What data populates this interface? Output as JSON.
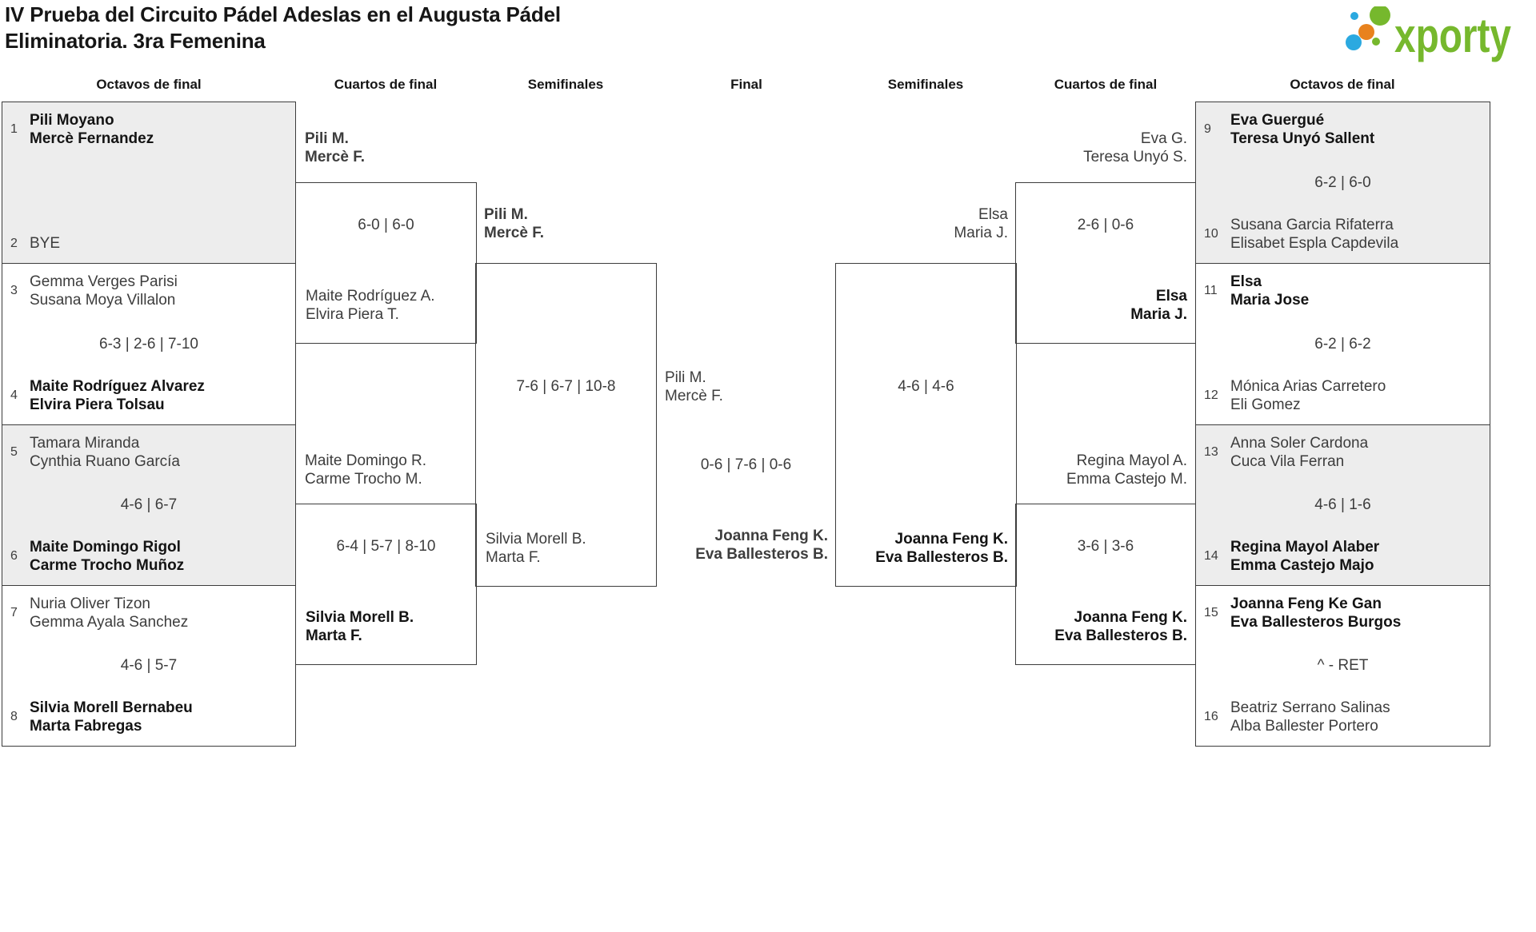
{
  "title": {
    "line1": "IV Prueba del Circuito Pádel Adeslas en el Augusta Pádel",
    "line2": "Eliminatoria. 3ra Femenina"
  },
  "logo": {
    "wordmark": "xporty"
  },
  "colors": {
    "logo_green": "#76b82d",
    "logo_blue": "#2ba9e0",
    "logo_orange": "#e8821d",
    "shaded_box": "#ededed",
    "border": "#3c3c3c"
  },
  "round_headers": {
    "r16_left": "Octavos de final",
    "qf_left": "Cuartos de final",
    "sf_left": "Semifinales",
    "final": "Final",
    "sf_right": "Semifinales",
    "qf_right": "Cuartos de final",
    "r16_right": "Octavos de final"
  },
  "r16_left": [
    {
      "seed_top": "1",
      "team_top": "Pili Moyano\nMercè Fernandez",
      "top_winner": true,
      "score": "",
      "seed_bottom": "2",
      "team_bottom": "BYE",
      "bottom_winner": false
    },
    {
      "seed_top": "3",
      "team_top": "Gemma Verges Parisi\nSusana Moya Villalon",
      "top_winner": false,
      "score": "6-3 | 2-6 | 7-10",
      "seed_bottom": "4",
      "team_bottom": "Maite Rodríguez Alvarez\nElvira Piera Tolsau",
      "bottom_winner": true
    },
    {
      "seed_top": "5",
      "team_top": "Tamara Miranda\nCynthia Ruano García",
      "top_winner": false,
      "score": "4-6 | 6-7",
      "seed_bottom": "6",
      "team_bottom": "Maite Domingo Rigol\nCarme Trocho Muñoz",
      "bottom_winner": true
    },
    {
      "seed_top": "7",
      "team_top": "Nuria Oliver Tizon\nGemma Ayala Sanchez",
      "top_winner": false,
      "score": "4-6 | 5-7",
      "seed_bottom": "8",
      "team_bottom": "Silvia Morell Bernabeu\nMarta Fabregas",
      "bottom_winner": true
    }
  ],
  "r16_right": [
    {
      "seed_top": "9",
      "team_top": "Eva Guergué\nTeresa Unyó Sallent",
      "top_winner": true,
      "score": "6-2 | 6-0",
      "seed_bottom": "10",
      "team_bottom": "Susana Garcia Rifaterra\nElisabet Espla Capdevila",
      "bottom_winner": false
    },
    {
      "seed_top": "11",
      "team_top": "Elsa\nMaria Jose",
      "top_winner": true,
      "score": "6-2 | 6-2",
      "seed_bottom": "12",
      "team_bottom": "Mónica Arias Carretero\nEli Gomez",
      "bottom_winner": false
    },
    {
      "seed_top": "13",
      "team_top": "Anna Soler Cardona\nCuca Vila Ferran",
      "top_winner": false,
      "score": "4-6 | 1-6",
      "seed_bottom": "14",
      "team_bottom": "Regina Mayol Alaber\nEmma Castejo Majo",
      "bottom_winner": true
    },
    {
      "seed_top": "15",
      "team_top": "Joanna Feng Ke Gan\nEva Ballesteros Burgos",
      "top_winner": true,
      "score": "^ - RET",
      "seed_bottom": "16",
      "team_bottom": "Beatriz Serrano Salinas\nAlba Ballester Portero",
      "bottom_winner": false
    }
  ],
  "qf_left": [
    {
      "team_top": "Pili M.\nMercè F.",
      "top_winner": true,
      "score": "6-0 | 6-0",
      "team_bottom": "Maite Rodríguez A.\nElvira Piera T.",
      "bottom_winner": false
    },
    {
      "team_top": "Maite Domingo R.\nCarme Trocho M.",
      "top_winner": false,
      "score": "6-4 | 5-7 | 8-10",
      "team_bottom": "Silvia Morell B.\nMarta F.",
      "bottom_winner": true
    }
  ],
  "qf_right": [
    {
      "team_top": "Eva G.\nTeresa Unyó S.",
      "top_winner": false,
      "score": "2-6 | 0-6",
      "team_bottom": "Elsa\nMaria J.",
      "bottom_winner": true
    },
    {
      "team_top": "Regina Mayol A.\nEmma Castejo M.",
      "top_winner": false,
      "score": "3-6 | 3-6",
      "team_bottom": "Joanna Feng K.\nEva Ballesteros B.",
      "bottom_winner": true
    }
  ],
  "sf_left": {
    "team_top": "Pili M.\nMercè F.",
    "top_winner": true,
    "score": "7-6 | 6-7 | 10-8",
    "team_bottom": "Silvia Morell B.\nMarta F.",
    "bottom_winner": false
  },
  "sf_right": {
    "team_top": "Elsa\nMaria J.",
    "top_winner": false,
    "score": "4-6 | 4-6",
    "team_bottom": "Joanna Feng K.\nEva Ballesteros B.",
    "bottom_winner": true
  },
  "final": {
    "team_left": "Pili M.\nMercè F.",
    "left_winner": false,
    "score": "0-6 | 7-6 | 0-6",
    "team_right": "Joanna Feng K.\nEva Ballesteros B.",
    "right_winner": true
  }
}
